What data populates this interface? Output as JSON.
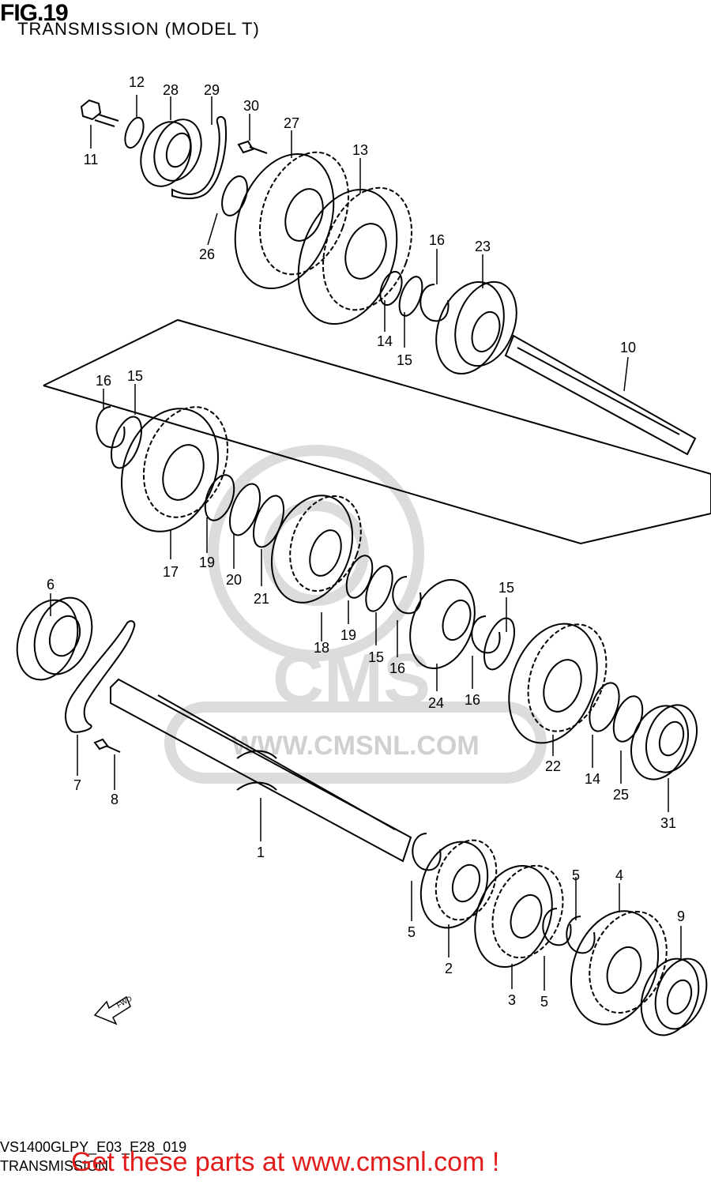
{
  "header": {
    "fig": "FIG.19",
    "title": "TRANSMISSION (MODEL T)"
  },
  "parts": [
    {
      "id": "p12",
      "label": "12"
    },
    {
      "id": "p28",
      "label": "28"
    },
    {
      "id": "p29",
      "label": "29"
    },
    {
      "id": "p30",
      "label": "30"
    },
    {
      "id": "p27",
      "label": "27"
    },
    {
      "id": "p13",
      "label": "13"
    },
    {
      "id": "p11",
      "label": "11"
    },
    {
      "id": "p26",
      "label": "26"
    },
    {
      "id": "p16a",
      "label": "16"
    },
    {
      "id": "p23",
      "label": "23"
    },
    {
      "id": "p14a",
      "label": "14"
    },
    {
      "id": "p15a",
      "label": "15"
    },
    {
      "id": "p10",
      "label": "10"
    },
    {
      "id": "p16b",
      "label": "16"
    },
    {
      "id": "p15b",
      "label": "15"
    },
    {
      "id": "p17",
      "label": "17"
    },
    {
      "id": "p19a",
      "label": "19"
    },
    {
      "id": "p20",
      "label": "20"
    },
    {
      "id": "p21",
      "label": "21"
    },
    {
      "id": "p18",
      "label": "18"
    },
    {
      "id": "p19b",
      "label": "19"
    },
    {
      "id": "p15c",
      "label": "15"
    },
    {
      "id": "p16c",
      "label": "16"
    },
    {
      "id": "p24",
      "label": "24"
    },
    {
      "id": "p16d",
      "label": "16"
    },
    {
      "id": "p15d",
      "label": "15"
    },
    {
      "id": "p6",
      "label": "6"
    },
    {
      "id": "p7",
      "label": "7"
    },
    {
      "id": "p8",
      "label": "8"
    },
    {
      "id": "p22",
      "label": "22"
    },
    {
      "id": "p14b",
      "label": "14"
    },
    {
      "id": "p25",
      "label": "25"
    },
    {
      "id": "p31",
      "label": "31"
    },
    {
      "id": "p1",
      "label": "1"
    },
    {
      "id": "p5a",
      "label": "5"
    },
    {
      "id": "p2",
      "label": "2"
    },
    {
      "id": "p3",
      "label": "3"
    },
    {
      "id": "p5b",
      "label": "5"
    },
    {
      "id": "p5c",
      "label": "5"
    },
    {
      "id": "p4",
      "label": "4"
    },
    {
      "id": "p9",
      "label": "9"
    }
  ],
  "arrow_label": "FWD",
  "watermark": {
    "brand": "CMS",
    "url": "WWW.CMSNL.COM"
  },
  "bottom": {
    "code": "VS1400GLPY_E03_E28_019",
    "section": "TRANSMISSION",
    "promo": "Get these parts at www.cmsnl.com !"
  },
  "colors": {
    "promo": "#e21b1b",
    "line": "#000000",
    "watermark": "#d9d9d9"
  }
}
